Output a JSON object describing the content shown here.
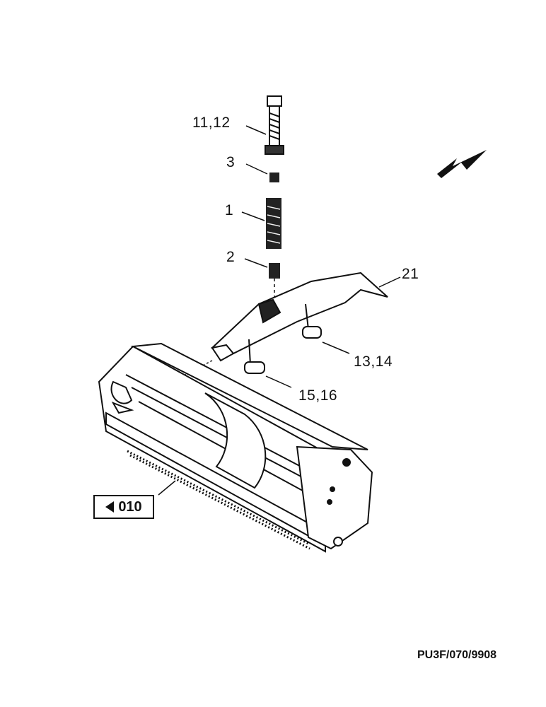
{
  "labels": {
    "p11_12": "11,12",
    "p3": "3",
    "p1": "1",
    "p2": "2",
    "p21": "21",
    "p13_14": "13,14",
    "p15_16": "15,16"
  },
  "reference": {
    "number": "010",
    "icon": "left-triangle-icon"
  },
  "drawing_code": "PU3F/070/9908",
  "icons": {
    "direction": "direction-arrow-icon"
  }
}
